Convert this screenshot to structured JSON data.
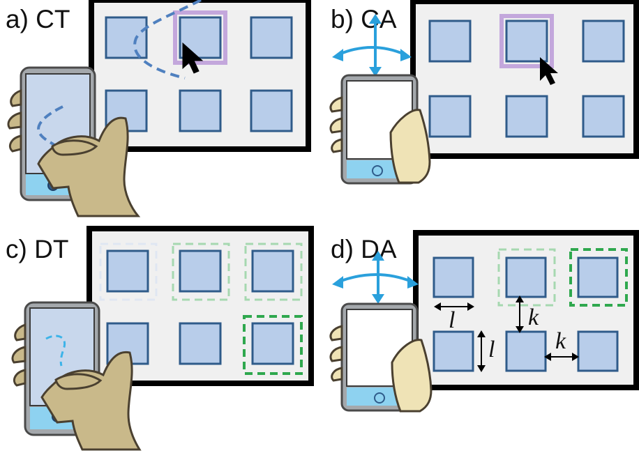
{
  "panels": [
    {
      "id": "a",
      "label": "a) CT"
    },
    {
      "id": "b",
      "label": "b) CA"
    },
    {
      "id": "c",
      "label": "c) DT"
    },
    {
      "id": "d",
      "label": "d) DA"
    }
  ],
  "annotations": {
    "l": "l",
    "k": "k"
  },
  "colors": {
    "screen_frame": "#000000",
    "screen_bg": "#f0f0f0",
    "tile_fill": "#b8cdea",
    "tile_stroke": "#2f5b8a",
    "highlight": "#b48fd6",
    "trace": "#4f80bf",
    "trace_light": "#3cb3e8",
    "arrows": "#2aa0dc",
    "target_dash": "#2fa84e",
    "target_dash_faint": "#a6d8b0",
    "hand_fill": "#c9b98a",
    "hand_fill_light": "#efe3b6",
    "hand_stroke": "#4a4030",
    "phone_body": "#a4a8ac",
    "phone_screen": "#c8d7ec",
    "phone_screen_blank": "#ffffff",
    "phone_bottom": "#8ed2f0"
  }
}
